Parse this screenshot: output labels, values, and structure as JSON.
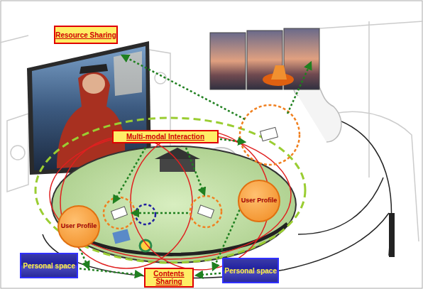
{
  "diagram": {
    "nodes": [
      {
        "text": [
          "Resource Sharing"
        ]
      },
      {
        "text": [
          "Multi-modal Interaction"
        ]
      },
      {
        "text": [
          "User Profile"
        ]
      },
      {
        "text": [
          "User Profile"
        ]
      },
      {
        "text": [
          "Personal space"
        ]
      },
      {
        "text": [
          "Personal space"
        ]
      },
      {
        "text": [
          "Contents Sharing"
        ]
      }
    ],
    "edges": [
      {
        "from": 4,
        "to": 6,
        "arrow": "to"
      },
      {
        "from": 5,
        "to": 6,
        "arrow": "to"
      }
    ]
  }
}
